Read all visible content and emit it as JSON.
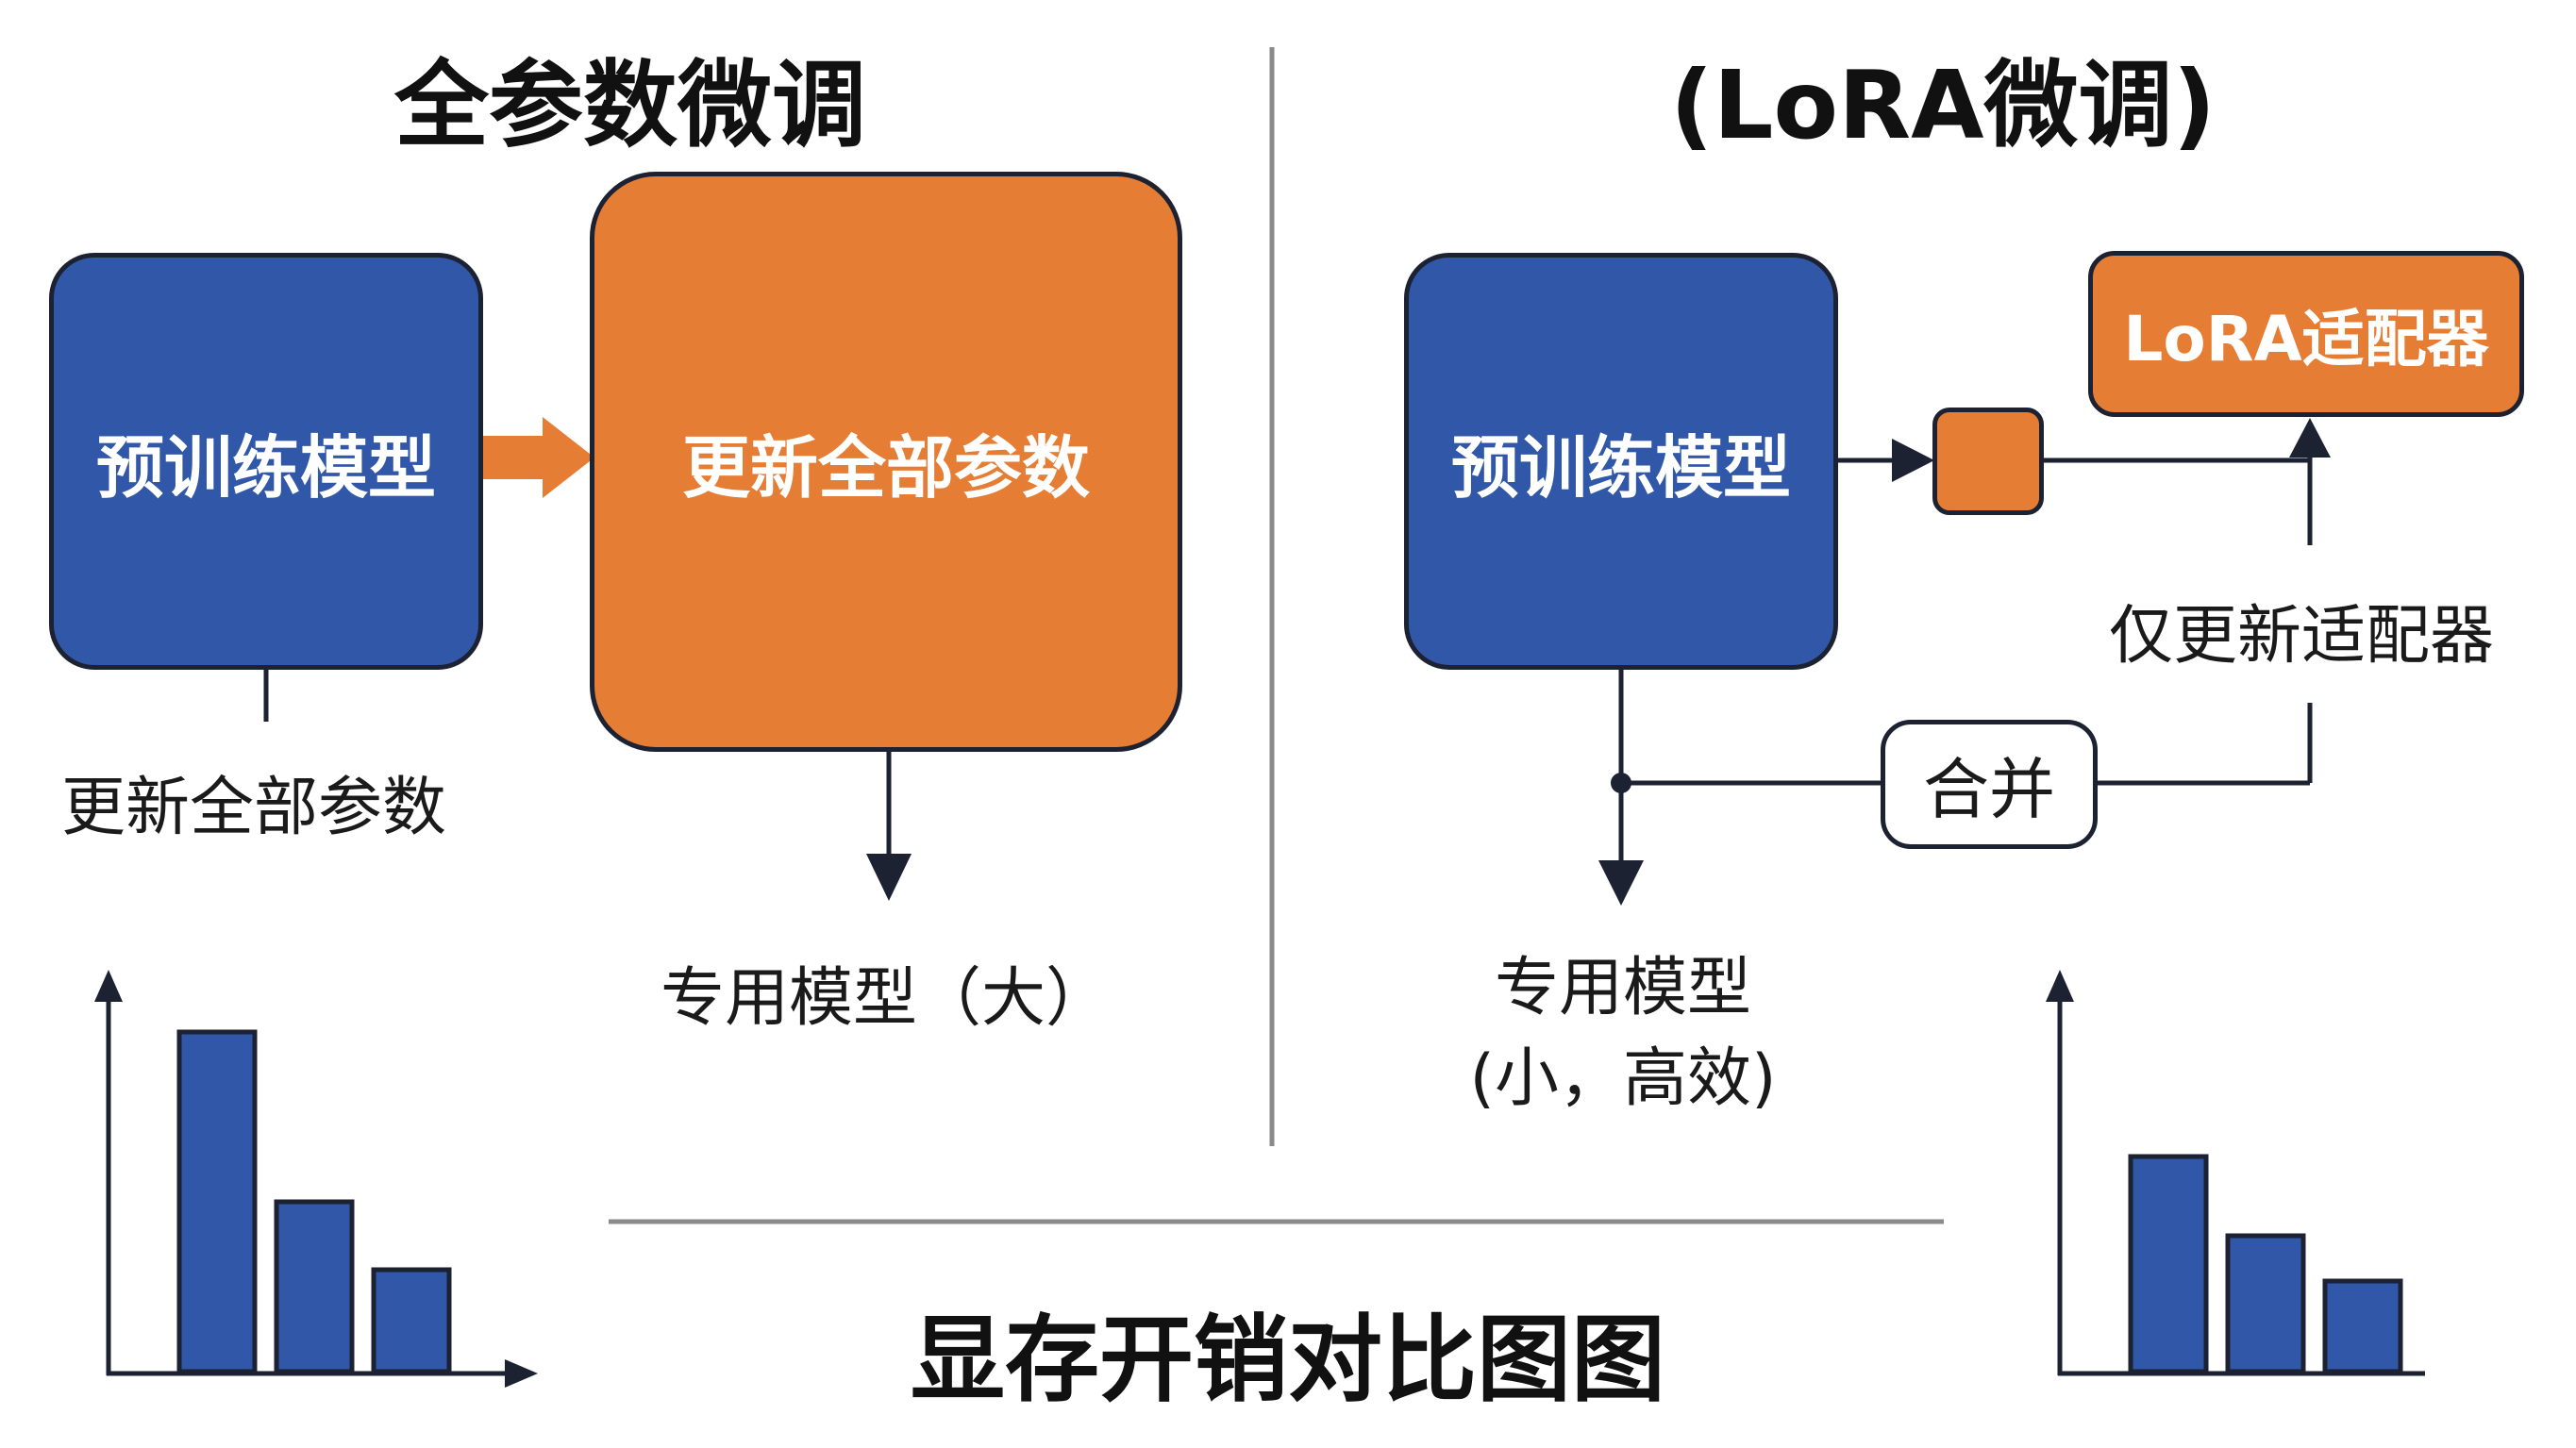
{
  "left": {
    "title": "全参数微调",
    "pretrained_label": "预训练模型",
    "update_box_label": "更新全部参数",
    "update_caption": "更新全部参数",
    "output_label": "专用模型（大）"
  },
  "right": {
    "title": "(LoRA微调)",
    "pretrained_label": "预训练模型",
    "adapter_label": "LoRA适配器",
    "update_adapter_label": "仅更新适配器",
    "merge_label": "合并",
    "output_label_line1": "专用模型",
    "output_label_line2": "(小，高效)"
  },
  "bottom_title": "显存开销对比图图",
  "colors": {
    "blue": "#3057a8",
    "orange": "#e67d34",
    "dark": "#1c2231"
  },
  "chart_data": [
    {
      "type": "bar",
      "series": [
        {
          "values": [
            3,
            1.5,
            0.9
          ]
        }
      ]
    },
    {
      "type": "bar",
      "series": [
        {
          "values": [
            1.9,
            1.2,
            0.8
          ]
        }
      ]
    }
  ]
}
